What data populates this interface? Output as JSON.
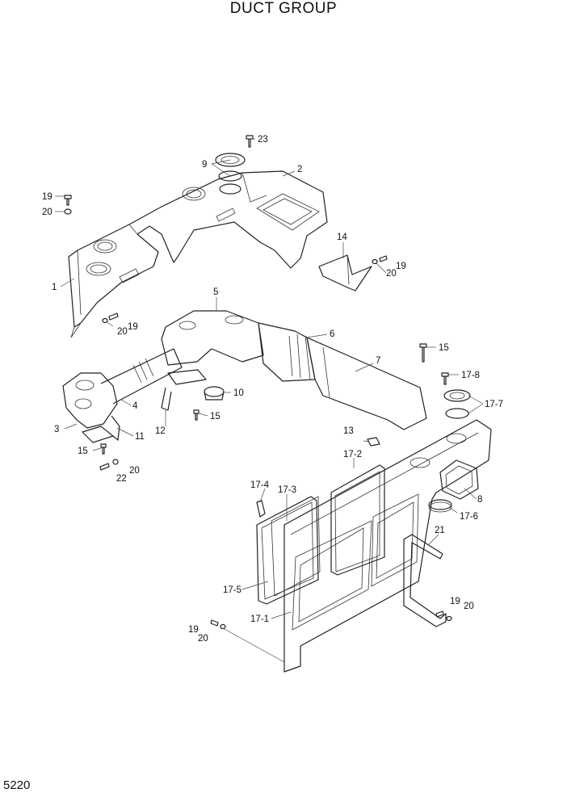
{
  "title": "DUCT GROUP",
  "page_number": "5220",
  "callouts": {
    "p1": "1",
    "p2": "2",
    "p3": "3",
    "p4": "4",
    "p5": "5",
    "p6": "6",
    "p7": "7",
    "p8": "8",
    "p9": "9",
    "p10": "10",
    "p11": "11",
    "p12": "12",
    "p13": "13",
    "p14": "14",
    "p15a": "15",
    "p15b": "15",
    "p15c": "15",
    "p17_1": "17-1",
    "p17_2": "17-2",
    "p17_3": "17-3",
    "p17_4": "17-4",
    "p17_5": "17-5",
    "p17_6": "17-6",
    "p17_7": "17-7",
    "p17_8": "17-8",
    "p19a": "19",
    "p19b": "19",
    "p19c": "19",
    "p19d": "19",
    "p19e": "19",
    "p20a": "20",
    "p20b": "20",
    "p20c": "20",
    "p20d": "20",
    "p20e": "20",
    "p20f": "20",
    "p21": "21",
    "p22": "22",
    "p23": "23"
  }
}
